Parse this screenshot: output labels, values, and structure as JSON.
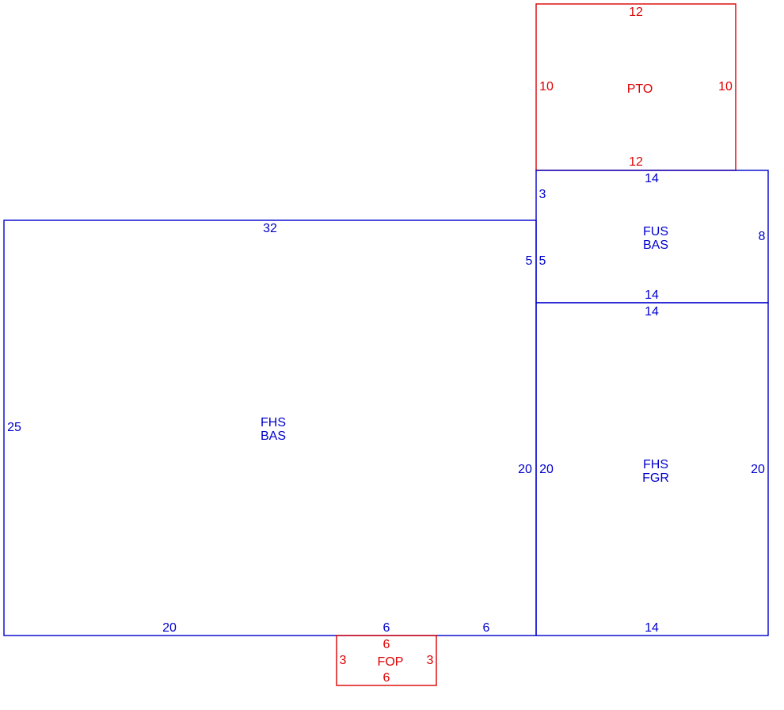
{
  "colors": {
    "structure": "#0000cc",
    "exterior": "#dd0000",
    "background": "#ffffff"
  },
  "areas": {
    "pto": {
      "code": "PTO",
      "top": "12",
      "bottom": "12",
      "left": "10",
      "right": "10"
    },
    "fus_bas": {
      "line1": "FUS",
      "line2": "BAS",
      "top": "14",
      "bottom": "14",
      "left_upper": "3",
      "left_lower": "5",
      "right": "8"
    },
    "fhs_bas": {
      "line1": "FHS",
      "line2": "BAS",
      "top": "32",
      "left": "25",
      "right_upper": "5",
      "right_lower": "20",
      "bottom_a": "20",
      "bottom_b": "6",
      "bottom_c": "6"
    },
    "fhs_fgr": {
      "line1": "FHS",
      "line2": "FGR",
      "top": "14",
      "bottom": "14",
      "left": "20",
      "right": "20"
    },
    "fop": {
      "code": "FOP",
      "top": "6",
      "bottom": "6",
      "left": "3",
      "right": "3"
    }
  }
}
